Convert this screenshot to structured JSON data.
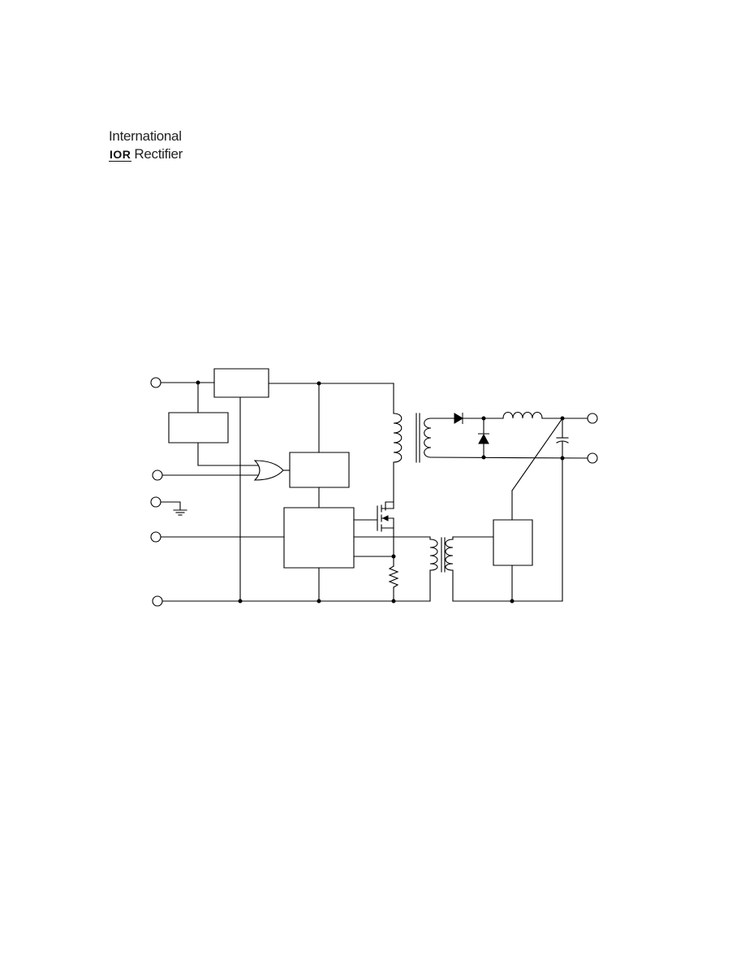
{
  "logo": {
    "line1": "International",
    "line2_mark": "IOR",
    "line2_text": "Rectifier"
  },
  "colors": {
    "ink": "#000000",
    "background": "#ffffff"
  }
}
